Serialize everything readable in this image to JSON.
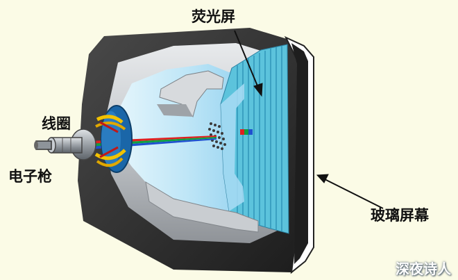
{
  "labels": {
    "phosphor_screen": "荧光屏",
    "deflection_coil": "线圈",
    "electron_gun": "电子枪",
    "glass_screen": "玻璃屏幕"
  },
  "watermark": "深夜诗人",
  "colors": {
    "background": "#fbfbe6",
    "housing": "#2b2b2b",
    "inner_gray": "#bfc4c8",
    "vacuum_blue": "#a9dcf4",
    "phosphor_teal": "#5cc3dc",
    "beam_red": "#e02020",
    "beam_green": "#10a040",
    "beam_blue": "#2050d0",
    "coil_yellow": "#f2c200",
    "coil_blue": "#1a66a8"
  }
}
